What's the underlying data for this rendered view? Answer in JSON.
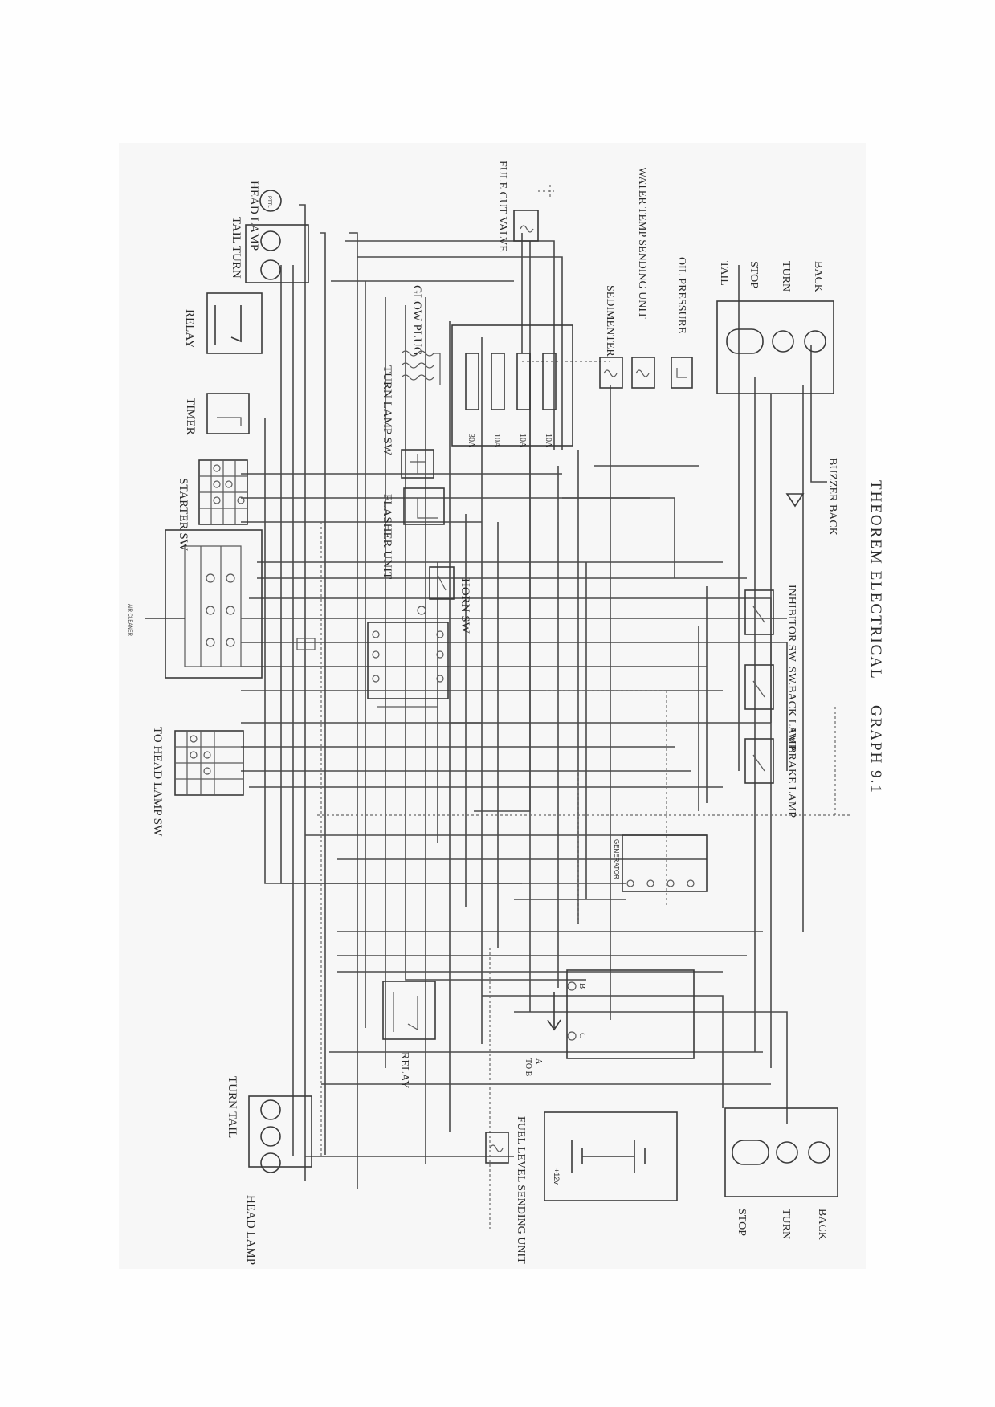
{
  "title": "GRAPH 9.1",
  "subtitle": "THEOREM ELECTRICAL",
  "labels": {
    "head_lamp_top": "HEAD LAMP",
    "tail_turn_top": "TAIL TURN",
    "relay_top": "RELAY",
    "timer": "TIMER",
    "starter_sw": "STARTER SW",
    "to_head_lamp_sw": "TO HEAD LAMP SW",
    "glow_plug": "GLOW PLUG",
    "turn_lamp_sw": "TURN LAMP SW",
    "flasher_unit": "FLASHER UNIT",
    "horn_sw": "HORN SW",
    "fule_cut_valve": "FULE CUT VALVE",
    "sedimenter": "SEDIMENTER",
    "water_temp": "WATER TEMP SENDING UNIT",
    "oil_pressure": "OIL PRESSURE",
    "tail": "TAIL",
    "stop": "STOP",
    "turn": "TURN",
    "back": "BACK",
    "buzzer_back": "BUZZER BACK",
    "inhibitor_sw": "INHIBITOR SW",
    "sw_back_lamp": "SW.BACK LAMP",
    "sw_brake_lamp": "SW.BRAKE LAMP",
    "generator": "GENERATOR",
    "relay_bottom": "RELAY",
    "turn_tail_bottom": "TURN TAIL",
    "head_lamp_bottom": "HEAD LAMP",
    "fuel_level": "FUEL LEVEL SENDING UNIT",
    "to_b": "TO B",
    "a": "A",
    "battery": "+12v",
    "stop_b": "STOP",
    "turn_b": "TURN",
    "back_b": "BACK",
    "fuse_30a": "30A",
    "fuse_10a_1": "10A",
    "fuse_10a_2": "10A",
    "fuse_10a_3": "10A",
    "term_b": "B",
    "term_c": "C",
    "air_cleaner": "AIR CLEANER"
  }
}
